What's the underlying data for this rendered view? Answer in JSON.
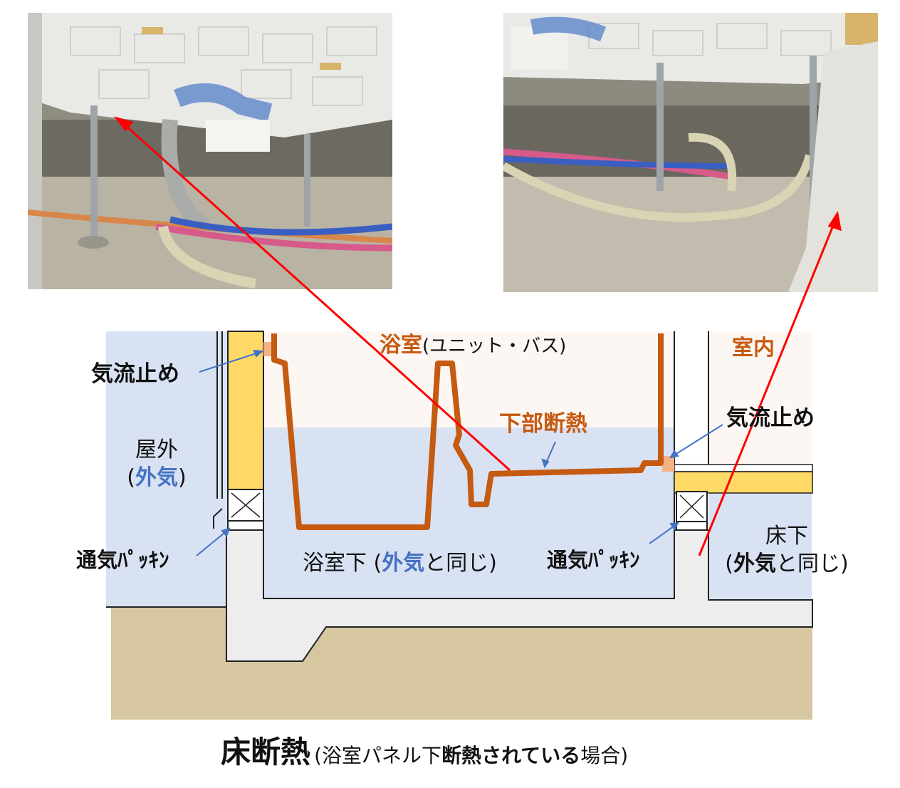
{
  "photos": {
    "left": {
      "alt": "under-bath space photo (left)"
    },
    "right": {
      "alt": "under-bath space photo (right)"
    }
  },
  "labels": {
    "bathroom": "浴室",
    "bathroom_sub": "(ユニット・バス)",
    "indoor": "室内",
    "airstop_left": "気流止め",
    "airstop_right": "気流止め",
    "lower_insulation": "下部断熱",
    "outdoor_line1": "屋外",
    "outdoor_paren_open": "(",
    "outdoor_bold": "外気",
    "outdoor_paren_close": ")",
    "vent_packing_left": "通気ﾊﾟｯｷﾝ",
    "vent_packing_right": "通気ﾊﾟｯｷﾝ",
    "under_bath_pre": "浴室下 (",
    "under_bath_bold": "外気",
    "under_bath_post": "と同じ)",
    "under_floor_line1": "床下",
    "under_floor_pre": "(",
    "under_floor_bold": "外気",
    "under_floor_post": "と同じ)"
  },
  "caption": {
    "main": "床断熱",
    "paren_open": "(",
    "part1": "浴室パネル下",
    "part2": "断熱されている",
    "part3": "場合",
    "paren_close": ")"
  },
  "colors": {
    "outside_air": "#d9e2f3",
    "insulation": "#ffd966",
    "bath_line": "#c55a11",
    "ground": "#d6c7a1",
    "concrete": "#ededed",
    "indoor": "#fdf7f4",
    "red_arrow": "#ff0000",
    "blue_pointer": "#4472c4"
  }
}
